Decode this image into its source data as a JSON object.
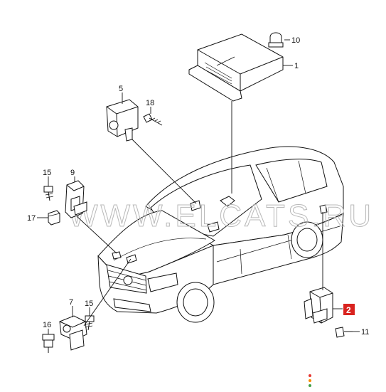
{
  "callouts": {
    "c1": "1",
    "c2": "2",
    "c5": "5",
    "c7": "7",
    "c9": "9",
    "c10": "10",
    "c11": "11",
    "c15a": "15",
    "c15b": "15",
    "c16": "16",
    "c17": "17",
    "c18": "18"
  },
  "watermark": "WWW.ELCATS.RU",
  "colors": {
    "highlight": "#d9231f",
    "ink": "#111111",
    "watermark": "#b9b9b9",
    "dot_red": "#e53935",
    "dot_orange": "#fb8c00",
    "dot_green": "#43a047"
  }
}
